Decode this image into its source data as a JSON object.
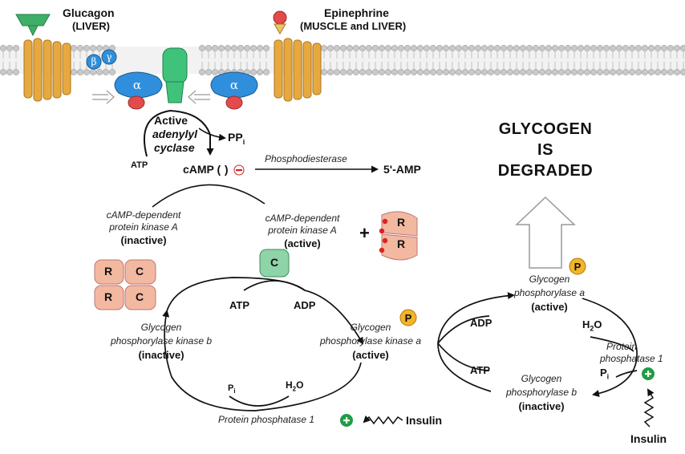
{
  "colors": {
    "membrane_head": "#c9c9c9",
    "receptor": "#e7a93f",
    "receptor_edge": "#a8731c",
    "glucagon_ligand": "#3fae68",
    "alpha_subunit": "#2f8fdc",
    "gtp_dot": "#e34b4b",
    "adenylyl_cyclase": "#3fc27a",
    "regulatory_subunit": "#f3b8a0",
    "catalytic_subunit": "#8fd3a8",
    "phosphate_badge": "#f2b429",
    "insulin_plus": "#1f9c45",
    "title_color": "#8a4a10"
  },
  "icons": {
    "phosphate": "circle-badge",
    "activator": "plus-circle",
    "inhibitor": "minus-circle"
  },
  "membrane": {
    "glucagon_label": "Glucagon",
    "glucagon_tissue": "(LIVER)",
    "epinephrine_label": "Epinephrine",
    "epinephrine_tissue": "(MUSCLE and LIVER)",
    "alpha": "α",
    "beta": "β",
    "gamma": "γ"
  },
  "cyclase": {
    "line1": "Active",
    "line2": "adenylyl",
    "line3": "cyclase",
    "atp": "ATP",
    "ppi": "PP",
    "ppi_sub": "i"
  },
  "camp": {
    "label": "cAMP (",
    "sign": "-",
    "close": ")",
    "pde": "Phosphodiesterase",
    "product": "5'-AMP"
  },
  "pka": {
    "inactive_line1": "cAMP-dependent",
    "inactive_line2": "protein kinase A",
    "inactive_state": "(inactive)",
    "active_line1": "cAMP-dependent",
    "active_line2": "protein kinase A",
    "active_state": "(active)",
    "plus": "+",
    "r": "R",
    "c": "C"
  },
  "kinase_cycle": {
    "atp": "ATP",
    "adp": "ADP",
    "b_line1": "Glycogen",
    "b_line2": "phosphorylase kinase b",
    "b_state": "(inactive)",
    "a_line1": "Glycogen",
    "a_line2": "phosphorylase kinase a",
    "a_state": "(active)",
    "pi": "P",
    "pi_sub": "i",
    "h2o": "H",
    "h2o_sub": "2",
    "h2o_tail": "O",
    "pp1": "Protein phosphatase 1",
    "insulin": "Insulin",
    "p_badge": "P"
  },
  "phosphorylase_cycle": {
    "a_line1": "Glycogen",
    "a_line2": "phosphorylase a",
    "a_state": "(active)",
    "b_line1": "Glycogen",
    "b_line2": "phosphorylase b",
    "b_state": "(inactive)",
    "adp": "ADP",
    "atp": "ATP",
    "h2o": "H",
    "h2o_sub": "2",
    "h2o_tail": "O",
    "pi": "P",
    "pi_sub": "i",
    "pp1_line1": "Protein",
    "pp1_line2": "phosphatase 1",
    "insulin": "Insulin",
    "p_badge": "P"
  },
  "outcome": {
    "line1": "GLYCOGEN",
    "line2": "IS",
    "line3": "DEGRADED"
  }
}
